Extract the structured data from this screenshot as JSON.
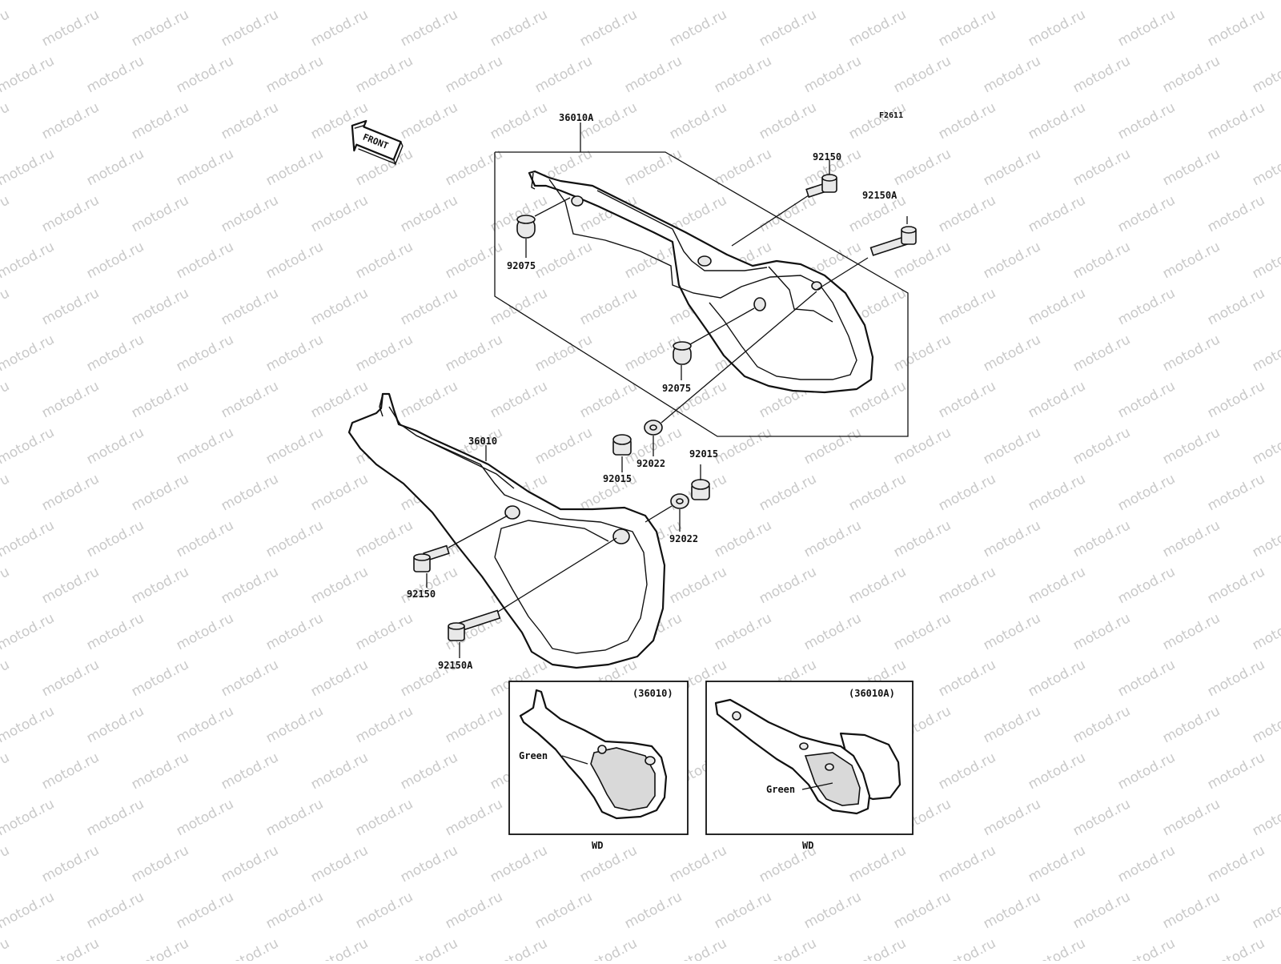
{
  "diagram": {
    "figure_code": "F2611",
    "front_label": "FRONT",
    "watermark": "motod.ru",
    "labels": {
      "p36010A": "36010A",
      "p92150_top": "92150",
      "p92150A_top": "92150A",
      "p92075_top": "92075",
      "p92075_mid": "92075",
      "p36010": "36010",
      "p92015_a": "92015",
      "p92022_a": "92022",
      "p92015_b": "92015",
      "p92022_b": "92022",
      "p92150_bottom": "92150",
      "p92150A_bottom": "92150A"
    },
    "insets": [
      {
        "title": "(36010)",
        "color_label": "Green",
        "footer": "WD"
      },
      {
        "title": "(36010A)",
        "color_label": "Green",
        "footer": "WD"
      }
    ]
  }
}
